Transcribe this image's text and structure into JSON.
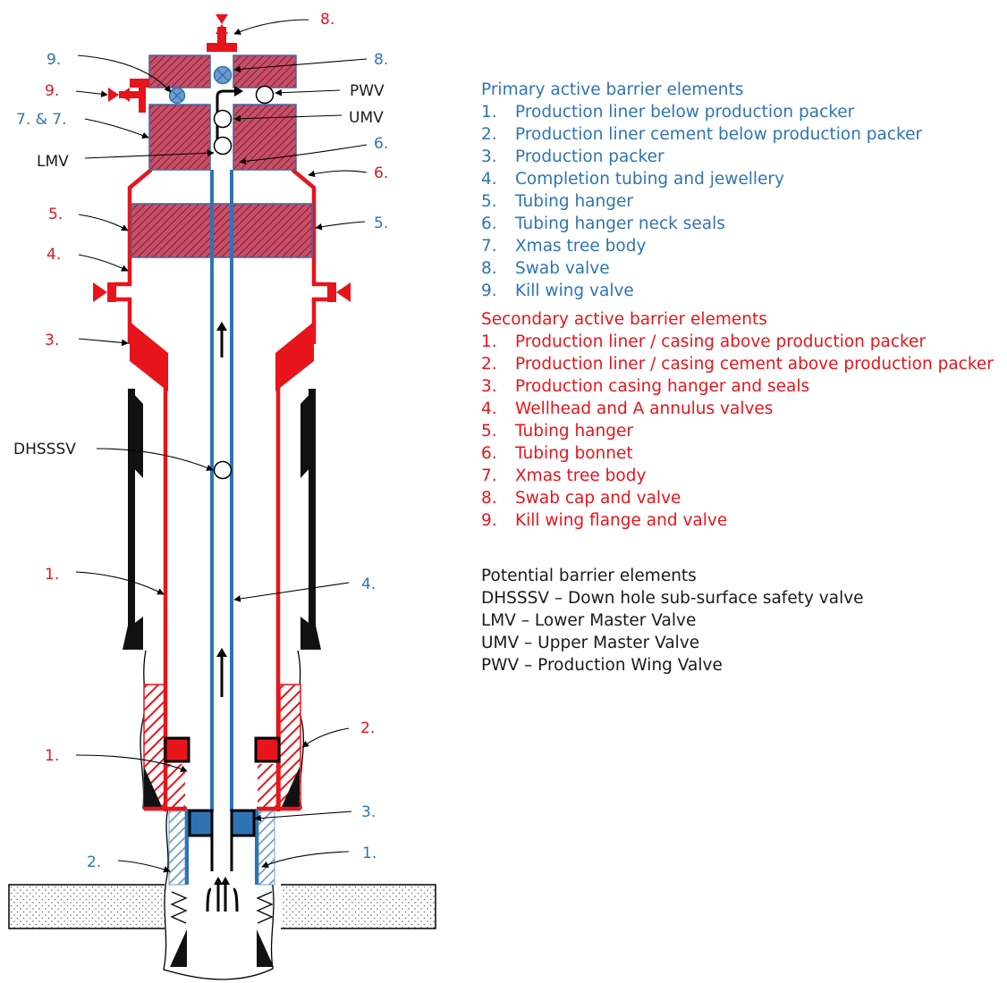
{
  "colors": {
    "primary": "#2e74b5",
    "secondary": "#e8141b",
    "black": "#111111",
    "hatch_brown": "#a8344a",
    "body_fill": "#c9506a"
  },
  "diagram_labels": {
    "top_8_red": "8.",
    "top_9_blue": "9.",
    "top_8_blue": "8.",
    "left_9_red": "9.",
    "pwv": "PWV",
    "left_77": "7. & 7.",
    "umv": "UMV",
    "lmv": "LMV",
    "right_6_blue": "6.",
    "right_6_red": "6.",
    "left_5_red": "5.",
    "right_5_blue": "5.",
    "left_4_red": "4.",
    "left_3_red": "3.",
    "dhsssv": "DHSSSV",
    "left_1_red_upper": "1.",
    "right_4_blue": "4.",
    "right_2_red": "2.",
    "left_1_red_lower": "1.",
    "right_3_blue": "3.",
    "left_2_blue": "2.",
    "right_1_blue": "1."
  },
  "legend": {
    "primary": {
      "heading": "Primary active barrier elements",
      "items": [
        {
          "num": "1.",
          "text": "Production liner below production packer"
        },
        {
          "num": "2.",
          "text": "Production liner cement below production packer"
        },
        {
          "num": "3.",
          "text": "Production packer"
        },
        {
          "num": "4.",
          "text": "Completion tubing and jewellery"
        },
        {
          "num": "5.",
          "text": "Tubing hanger"
        },
        {
          "num": "6.",
          "text": "Tubing hanger neck seals"
        },
        {
          "num": "7.",
          "text": "Xmas tree body"
        },
        {
          "num": "8.",
          "text": "Swab valve"
        },
        {
          "num": "9.",
          "text": "Kill wing valve"
        }
      ]
    },
    "secondary": {
      "heading": "Secondary active barrier elements",
      "items": [
        {
          "num": "1.",
          "text": "Production liner / casing above production packer"
        },
        {
          "num": "2.",
          "text": "Production liner / casing cement above production packer"
        },
        {
          "num": "3.",
          "text": "Production casing hanger and seals"
        },
        {
          "num": "4.",
          "text": "Wellhead and A annulus valves"
        },
        {
          "num": "5.",
          "text": "Tubing hanger"
        },
        {
          "num": "6.",
          "text": "Tubing bonnet"
        },
        {
          "num": "7.",
          "text": "Xmas tree body"
        },
        {
          "num": "8.",
          "text": "Swab cap and valve"
        },
        {
          "num": "9.",
          "text": "Kill wing flange and valve"
        }
      ]
    },
    "potential": {
      "heading": "Potential barrier elements",
      "items": [
        "DHSSSV – Down hole sub-surface safety valve",
        "LMV – Lower Master Valve",
        "UMV – Upper Master Valve",
        "PWV – Production Wing Valve"
      ]
    }
  }
}
